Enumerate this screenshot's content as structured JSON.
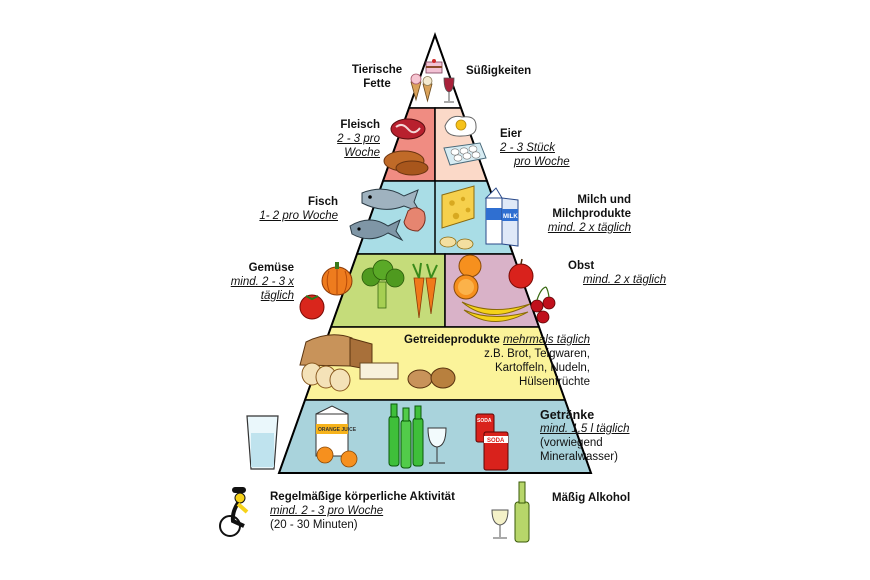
{
  "tiers": [
    {
      "id": "top",
      "left": {
        "title": "Tierische Fette"
      },
      "right": {
        "title": "Süßigkeiten"
      },
      "colors": {
        "fill": "#ffffff"
      }
    },
    {
      "id": "fleisch",
      "left": {
        "title": "Fleisch",
        "freq_line1": "2 - 3 pro",
        "freq_line2": "Woche"
      },
      "right": {
        "title": "Eier",
        "freq_line1": "2 - 3 Stück",
        "freq_line2": "pro Woche"
      },
      "colors": {
        "left": "#f08c82",
        "right": "#fbd9c8"
      }
    },
    {
      "id": "fisch",
      "left": {
        "title": "Fisch",
        "freq": "1- 2 pro Woche"
      },
      "right": {
        "title_line1": "Milch und",
        "title_line2": "Milchprodukte",
        "freq": "mind. 2 x täglich"
      },
      "colors": {
        "left": "#a9dde6",
        "right": "#a9dde6"
      }
    },
    {
      "id": "gemuese",
      "left": {
        "title": "Gemüse",
        "freq_line1": "mind. 2 - 3 x",
        "freq_line2": "täglich"
      },
      "right": {
        "title": "Obst",
        "freq": "mind. 2 x täglich"
      },
      "colors": {
        "left": "#c5dc7a",
        "right": "#d9b2c8"
      }
    },
    {
      "id": "getreide",
      "title": "Getreideprodukte",
      "freq": "mehrmals täglich",
      "details": [
        "z.B. Brot, Teigwaren,",
        "Kartoffeln, Nudeln,",
        "Hülsenfrüchte"
      ],
      "colors": {
        "fill": "#fbf39a"
      }
    },
    {
      "id": "getraenke",
      "title": "Getränke",
      "freq": "mind. 1,5 l täglich",
      "details": [
        "(vorwiegend",
        "Mineralwasser)"
      ],
      "colors": {
        "fill": "#a9d3dc"
      }
    }
  ],
  "footer": {
    "activity": {
      "title": "Regelmäßige körperliche Aktivität",
      "freq": "mind. 2 - 3 pro Woche",
      "detail": "(20 -  30 Minuten)"
    },
    "alcohol": {
      "title": "Mäßig Alkohol"
    }
  },
  "illustration_labels": {
    "orange_juice": "ORANGE JUICE",
    "milk": "MILK",
    "soda": "SODA"
  },
  "icons": [
    "ice-cream-icon",
    "cake-icon",
    "wine-glass-icon",
    "steak-icon",
    "fried-egg-icon",
    "egg-carton-icon",
    "fried-meat-icon",
    "fish-icon",
    "cheese-icon",
    "milk-carton-icon",
    "pumpkin-icon",
    "broccoli-icon",
    "carrot-icon",
    "tomato-icon",
    "orange-icon",
    "apple-icon",
    "banana-icon",
    "cherries-icon",
    "bread-loaf-icon",
    "potato-icon",
    "water-glass-icon",
    "juice-carton-icon",
    "bottles-icon",
    "soda-can-icon",
    "cyclist-icon",
    "wine-bottle-icon"
  ]
}
